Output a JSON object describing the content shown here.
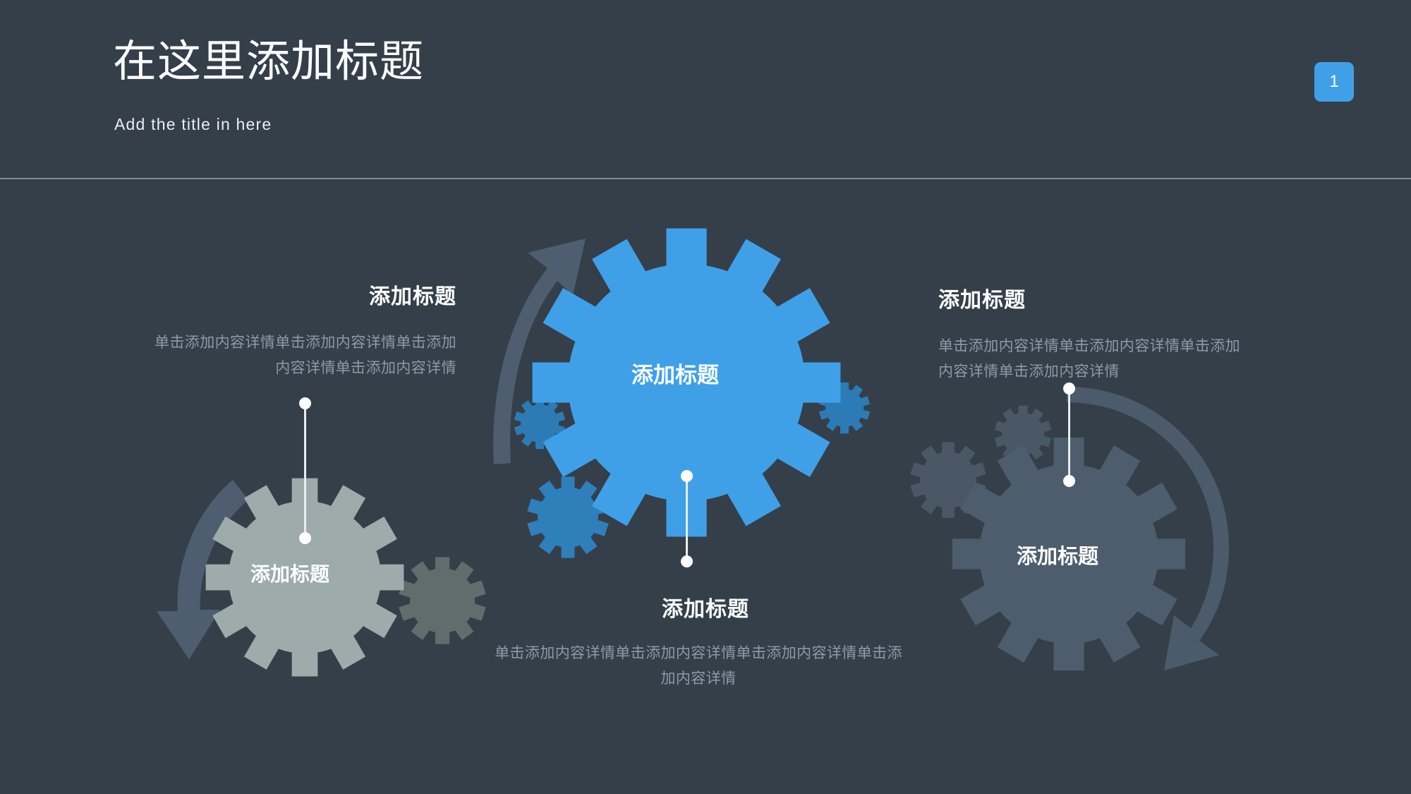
{
  "slide": {
    "background_color": "#343f4a",
    "accent_color": "#3fa0e8",
    "divider_color": "#8d99a2",
    "body_text_color": "#8d99a5"
  },
  "header": {
    "title": "在这里添加标题",
    "subtitle": "Add the title in here",
    "page_number": "1"
  },
  "blocks": {
    "left": {
      "title": "添加标题",
      "body": "单击添加内容详情单击添加内容详情单击添加内容详情单击添加内容详情"
    },
    "right": {
      "title": "添加标题",
      "body": "单击添加内容详情单击添加内容详情单击添加内容详情单击添加内容详情"
    },
    "bottom": {
      "title": "添加标题",
      "body": "单击添加内容详情单击添加内容详情单击添加内容详情单击添加内容详情"
    }
  },
  "gears": {
    "main": {
      "label": "添加标题",
      "color": "#3fa0e8"
    },
    "left": {
      "label": "添加标题",
      "color": "#9dabab"
    },
    "right": {
      "label": "添加标题",
      "color": "#4e5d6e"
    }
  },
  "icons": {
    "page_badge": "page-number-badge",
    "arrow_top": "curved-arrow-up-right-icon",
    "arrow_left": "curved-arrow-down-icon",
    "arrow_right": "curved-arrow-down-right-icon"
  }
}
